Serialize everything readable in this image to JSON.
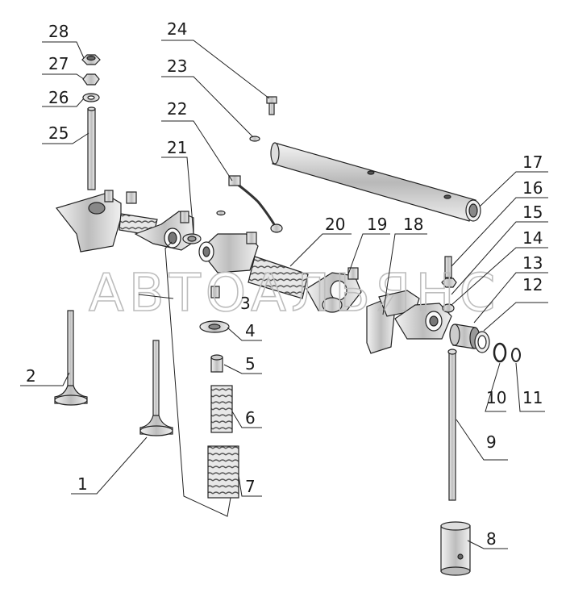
{
  "watermark": "АВТОАЛЬЯНС",
  "callouts": [
    {
      "id": "1",
      "label": "1"
    },
    {
      "id": "2",
      "label": "2"
    },
    {
      "id": "3",
      "label": "3"
    },
    {
      "id": "4",
      "label": "4"
    },
    {
      "id": "5",
      "label": "5"
    },
    {
      "id": "6",
      "label": "6"
    },
    {
      "id": "7",
      "label": "7"
    },
    {
      "id": "8",
      "label": "8"
    },
    {
      "id": "9",
      "label": "9"
    },
    {
      "id": "10",
      "label": "10"
    },
    {
      "id": "11",
      "label": "11"
    },
    {
      "id": "12",
      "label": "12"
    },
    {
      "id": "13",
      "label": "13"
    },
    {
      "id": "14",
      "label": "14"
    },
    {
      "id": "15",
      "label": "15"
    },
    {
      "id": "16",
      "label": "16"
    },
    {
      "id": "17",
      "label": "17"
    },
    {
      "id": "18",
      "label": "18"
    },
    {
      "id": "19",
      "label": "19"
    },
    {
      "id": "20",
      "label": "20"
    },
    {
      "id": "21",
      "label": "21"
    },
    {
      "id": "22",
      "label": "22"
    },
    {
      "id": "23",
      "label": "23"
    },
    {
      "id": "24",
      "label": "24"
    },
    {
      "id": "25",
      "label": "25"
    },
    {
      "id": "26",
      "label": "26"
    },
    {
      "id": "27",
      "label": "27"
    },
    {
      "id": "28",
      "label": "28"
    }
  ]
}
